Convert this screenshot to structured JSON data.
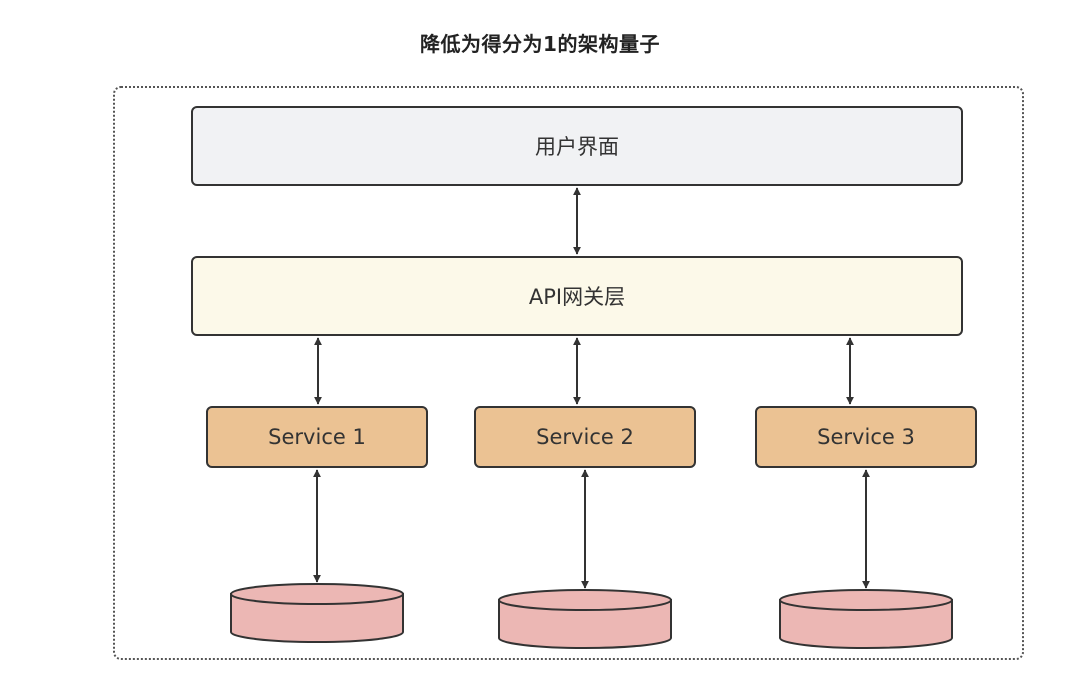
{
  "diagram": {
    "title": "降低为得分为1的架构量子",
    "layers": {
      "ui_label": "用户界面",
      "api_label": "API网关层"
    },
    "services": [
      {
        "label": "Service 1"
      },
      {
        "label": "Service 2"
      },
      {
        "label": "Service 3"
      }
    ],
    "databases_count": 3,
    "colors": {
      "ui_fill": "#f1f2f4",
      "api_fill": "#fcf9e9",
      "service_fill": "#ebc293",
      "database_fill": "#ecb7b4",
      "stroke": "#333333"
    }
  }
}
